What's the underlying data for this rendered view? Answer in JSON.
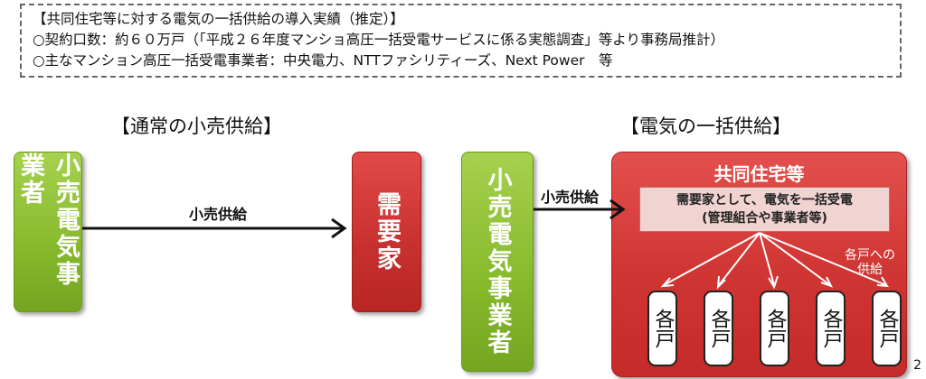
{
  "notice": {
    "line1": "【共同住宅等に対する電気の一括供給の導入実績（推定）】",
    "line2": "○契約口数：約６０万戸（「平成２６年度マンショ高圧一括受電サービスに係る実態調査」等より事務局推計）",
    "line3": "○主なマンション高圧一括受電事業者：中央電力、NTTファシリティーズ、Next Power　等"
  },
  "left": {
    "title": "【通常の小売供給】",
    "supplier": "小売電気事業者",
    "arrow_label": "小売供給",
    "consumer": "需要家"
  },
  "right": {
    "title": "【電気の一括供給】",
    "supplier": "小売電気事業者",
    "arrow_label": "小売供給",
    "housing": "共同住宅等",
    "bulk_line1": "需要家として、電気を一括受電",
    "bulk_line2": "(管理組合や事業者等)",
    "unit_supply_line1": "各戸への",
    "unit_supply_line2": "供給",
    "units": [
      "各戸",
      "各戸",
      "各戸",
      "各戸",
      "各戸"
    ]
  },
  "page_number": "2"
}
